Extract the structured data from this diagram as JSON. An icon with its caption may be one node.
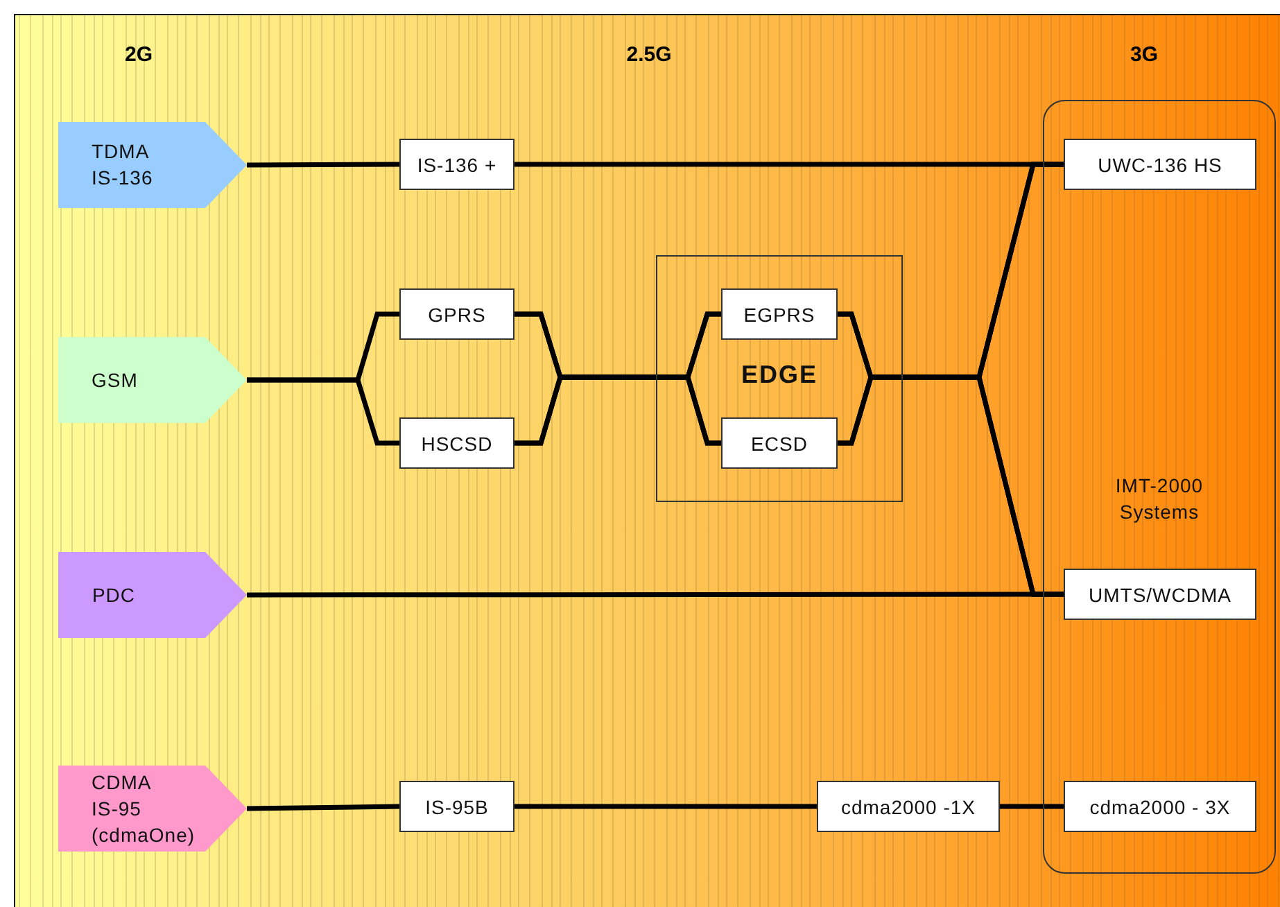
{
  "diagram": {
    "nodes": [
      {
        "text": [
          "TDMA IS-136"
        ]
      },
      {
        "text": [
          "IS-136 +"
        ]
      },
      {
        "text": [
          "IMT-2000 Systems"
        ]
      },
      {
        "text": [
          "UWC-136 HS"
        ],
        "in": 2
      },
      {
        "text": [
          "GSM"
        ]
      },
      {
        "text": [
          "GPRS"
        ]
      },
      {
        "text": [
          "HSCSD"
        ]
      },
      {
        "text": [
          "EDGE"
        ]
      },
      {
        "text": [
          "EGPRS"
        ],
        "in": 7
      },
      {
        "text": [
          "ECSD"
        ],
        "in": 7
      },
      {
        "text": [
          "PDC"
        ]
      },
      {
        "text": [
          "UMTS/WCDMA"
        ],
        "in": 2
      },
      {
        "text": [
          "CDMA IS-95 (cdmaOne)"
        ]
      },
      {
        "text": [
          "IS-95B"
        ]
      },
      {
        "text": [
          "cdma2000 -1X"
        ]
      },
      {
        "text": [
          "cdma2000 - 3X"
        ],
        "in": 2
      }
    ],
    "edges": [
      {
        "from": 0,
        "to": 1,
        "arrow": "none"
      },
      {
        "from": 1,
        "to": 3,
        "arrow": "none"
      },
      {
        "from": 4,
        "to": 5,
        "arrow": "none"
      },
      {
        "from": 4,
        "to": 6,
        "arrow": "none"
      },
      {
        "from": 5,
        "to": 8,
        "arrow": "none"
      },
      {
        "from": 5,
        "to": 9,
        "arrow": "none"
      },
      {
        "from": 6,
        "to": 8,
        "arrow": "none"
      },
      {
        "from": 6,
        "to": 9,
        "arrow": "none"
      },
      {
        "from": 8,
        "to": 3,
        "arrow": "none"
      },
      {
        "from": 8,
        "to": 11,
        "arrow": "none"
      },
      {
        "from": 9,
        "to": 3,
        "arrow": "none"
      },
      {
        "from": 9,
        "to": 11,
        "arrow": "none"
      },
      {
        "from": 10,
        "to": 11,
        "arrow": "none"
      },
      {
        "from": 12,
        "to": 13,
        "arrow": "none"
      },
      {
        "from": 13,
        "to": 14,
        "arrow": "none"
      },
      {
        "from": 14,
        "to": 15,
        "arrow": "none"
      }
    ],
    "labels": [
      "2G",
      "2.5G",
      "3G"
    ]
  }
}
